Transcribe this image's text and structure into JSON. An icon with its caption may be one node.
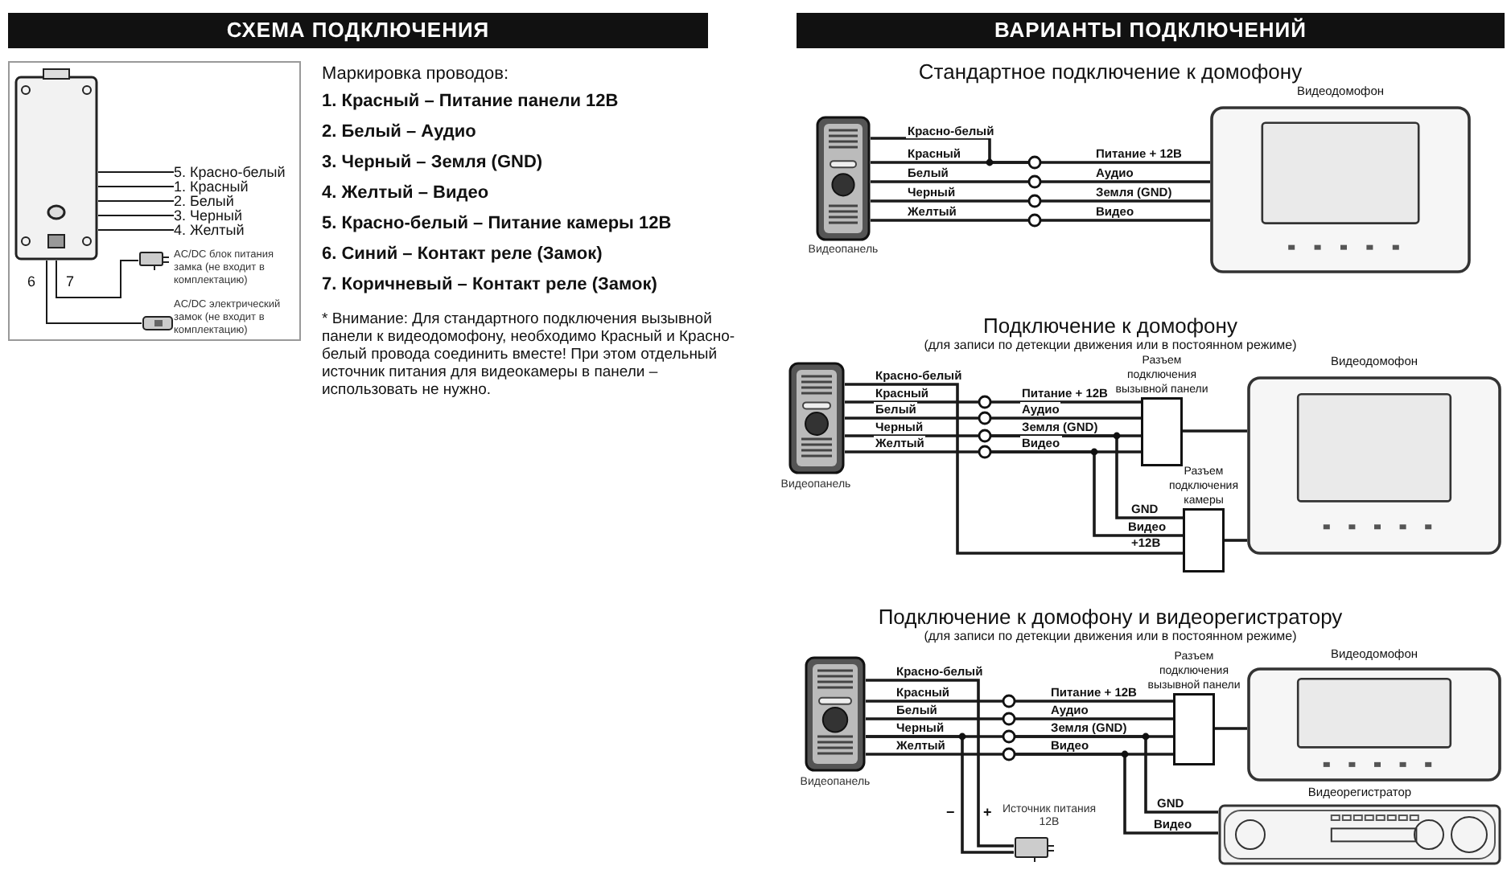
{
  "diagram": {
    "nodes": [
      {
        "text": [
          "СХЕМА ПОДКЛЮЧЕНИЯ"
        ]
      },
      {
        "text": [],
        "shape": "box"
      },
      {
        "text": [],
        "shape": "picture",
        "in": 1
      },
      {
        "text": [
          "5. Красно-белый"
        ],
        "in": 1
      },
      {
        "text": [
          "1. Красный"
        ],
        "in": 1
      },
      {
        "text": [
          "2. Белый"
        ],
        "in": 1
      },
      {
        "text": [
          "3. Черный"
        ],
        "in": 1
      },
      {
        "text": [
          "4. Желтый"
        ],
        "in": 1
      },
      {
        "text": [],
        "shape": "picture",
        "in": 1,
        "beside": [
          "AC/DC блок питания замка (не входит в комплектацию)"
        ]
      },
      {
        "text": [],
        "shape": "picture",
        "in": 1,
        "beside": [
          "AC/DC электрический замок (не входит в комплектацию)"
        ]
      },
      {
        "text": [
          "ВАРИАНТЫ ПОДКЛЮЧЕНИЙ"
        ]
      },
      {
        "text": [],
        "shape": "picture",
        "beside": [
          "Видеопанель"
        ]
      },
      {
        "text": [],
        "shape": "circle"
      },
      {
        "text": [],
        "shape": "circle"
      },
      {
        "text": [],
        "shape": "circle"
      },
      {
        "text": [],
        "shape": "circle"
      },
      {
        "text": [
          "Видеодомофон"
        ]
      },
      {
        "text": [],
        "shape": "picture",
        "beside": [
          "Видеопанель"
        ]
      },
      {
        "text": [],
        "shape": "circle"
      },
      {
        "text": [],
        "shape": "circle"
      },
      {
        "text": [],
        "shape": "circle"
      },
      {
        "text": [],
        "shape": "circle"
      },
      {
        "text": [
          "Разъем подключения вызывной панели"
        ]
      },
      {
        "text": [
          "Видеодомофон"
        ]
      },
      {
        "text": [
          "Разъем подключения камеры"
        ]
      },
      {
        "text": [],
        "shape": "picture",
        "beside": [
          "Видеопанель"
        ]
      },
      {
        "text": [],
        "shape": "circle"
      },
      {
        "text": [],
        "shape": "circle"
      },
      {
        "text": [],
        "shape": "circle"
      },
      {
        "text": [],
        "shape": "circle"
      },
      {
        "text": [
          "Разъем подключения вызывной панели"
        ]
      },
      {
        "text": [
          "Видеодомофон"
        ]
      },
      {
        "text": [
          "Видеорегистратор"
        ]
      },
      {
        "text": [],
        "shape": "picture",
        "beside": [
          "Источник питания 12В"
        ]
      }
    ],
    "edges": [
      {
        "from": 3,
        "to": 2,
        "arrow": "none"
      },
      {
        "from": 4,
        "to": 2,
        "arrow": "none"
      },
      {
        "from": 5,
        "to": 2,
        "arrow": "none"
      },
      {
        "from": 6,
        "to": 2,
        "arrow": "none"
      },
      {
        "from": 7,
        "to": 2,
        "arrow": "none"
      },
      {
        "from": 2,
        "to": 8,
        "arrow": "none"
      },
      {
        "from": 2,
        "to": 9,
        "arrow": "none"
      },
      {
        "from": 11,
        "to": 12,
        "arrow": "none",
        "label": "Красно-белый"
      },
      {
        "from": 11,
        "to": 12,
        "arrow": "none",
        "label": "Красный"
      },
      {
        "from": 11,
        "to": 13,
        "arrow": "none",
        "label": "Белый"
      },
      {
        "from": 11,
        "to": 14,
        "arrow": "none",
        "label": "Черный"
      },
      {
        "from": 11,
        "to": 15,
        "arrow": "none",
        "label": "Желтый"
      },
      {
        "from": 12,
        "to": 16,
        "arrow": "none",
        "label": "Питание + 12В"
      },
      {
        "from": 13,
        "to": 16,
        "arrow": "none",
        "label": "Аудио"
      },
      {
        "from": 14,
        "to": 16,
        "arrow": "none",
        "label": "Земля (GND)"
      },
      {
        "from": 15,
        "to": 16,
        "arrow": "none",
        "label": "Видео"
      },
      {
        "from": 17,
        "to": 24,
        "arrow": "none",
        "label": "Красно-белый"
      },
      {
        "from": 17,
        "to": 18,
        "arrow": "none",
        "label": "Красный"
      },
      {
        "from": 17,
        "to": 19,
        "arrow": "none",
        "label": "Белый"
      },
      {
        "from": 17,
        "to": 20,
        "arrow": "none",
        "label": "Черный"
      },
      {
        "from": 17,
        "to": 21,
        "arrow": "none",
        "label": "Желтый"
      },
      {
        "from": 18,
        "to": 22,
        "arrow": "none",
        "label": "Питание + 12В"
      },
      {
        "from": 19,
        "to": 22,
        "arrow": "none",
        "label": "Аудио"
      },
      {
        "from": 20,
        "to": 22,
        "arrow": "none",
        "label": "Земля (GND)"
      },
      {
        "from": 21,
        "to": 22,
        "arrow": "none",
        "label": "Видео"
      },
      {
        "from": 20,
        "to": 24,
        "arrow": "none",
        "label": "GND"
      },
      {
        "from": 21,
        "to": 24,
        "arrow": "none",
        "label": "Видео"
      },
      {
        "from": 22,
        "to": 23,
        "arrow": "none"
      },
      {
        "from": 24,
        "to": 23,
        "arrow": "none"
      },
      {
        "from": 25,
        "to": 33,
        "arrow": "none",
        "label": "Красно-белый"
      },
      {
        "from": 25,
        "to": 26,
        "arrow": "none",
        "label": "Красный"
      },
      {
        "from": 25,
        "to": 27,
        "arrow": "none",
        "label": "Белый"
      },
      {
        "from": 25,
        "to": 28,
        "arrow": "none",
        "label": "Черный"
      },
      {
        "from": 25,
        "to": 29,
        "arrow": "none",
        "label": "Желтый"
      },
      {
        "from": 25,
        "to": 33,
        "arrow": "none"
      },
      {
        "from": 26,
        "to": 30,
        "arrow": "none",
        "label": "Питание + 12В"
      },
      {
        "from": 27,
        "to": 30,
        "arrow": "none",
        "label": "Аудио"
      },
      {
        "from": 28,
        "to": 30,
        "arrow": "none",
        "label": "Земля (GND)"
      },
      {
        "from": 29,
        "to": 30,
        "arrow": "none",
        "label": "Видео"
      },
      {
        "from": 30,
        "to": 31,
        "arrow": "none"
      },
      {
        "from": 28,
        "to": 32,
        "arrow": "none",
        "label": "GND"
      },
      {
        "from": 29,
        "to": 32,
        "arrow": "none",
        "label": "Видео"
      }
    ],
    "labels": [
      "Маркировка проводов:",
      "1. Красный – Питание панели 12В",
      "2. Белый – Аудио",
      "3. Черный – Земля (GND)",
      "4. Желтый – Видео",
      "5. Красно-белый – Питание камеры 12В",
      "6. Синий – Контакт реле (Замок)",
      "7. Коричневый – Контакт реле (Замок)",
      "* Внимание: Для стандартного подключения вызывной панели к видеодомофону, необходимо Красный и Красно-белый провода соединить вместе! При этом отдельный источник питания для видеокамеры в панели – использовать не нужно.",
      "6",
      "7",
      "Стандартное подключение к домофону",
      "Подключение к домофону",
      "(для записи по детекции движения или в постоянном режиме)",
      "+12В",
      "Подключение к домофону и видеорегистратору",
      "(для записи по детекции движения или в постоянном режиме)",
      "−",
      "+"
    ]
  }
}
